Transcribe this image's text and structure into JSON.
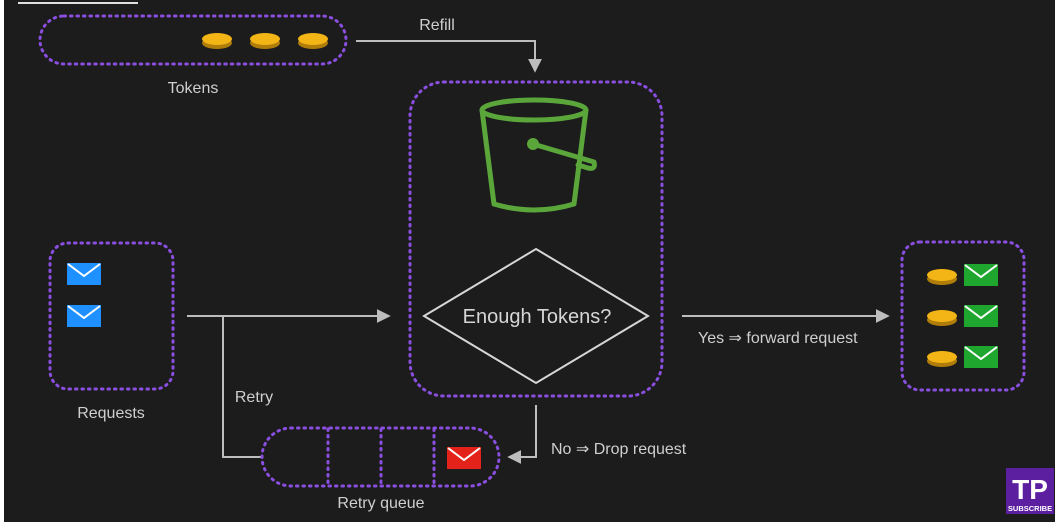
{
  "labels": {
    "refill": "Refill",
    "tokens": "Tokens",
    "requests": "Requests",
    "retry": "Retry",
    "retry_queue": "Retry queue",
    "decision": "Enough Tokens?",
    "yes": "Yes ⇒ forward request",
    "no": "No ⇒ Drop request"
  },
  "badge": {
    "logo": "TP",
    "action": "SUBSCRIBE"
  },
  "colors": {
    "background": "#1c1c1c",
    "dotted_border": "#8a4fe0",
    "arrow": "#bdbdbd",
    "token_gold": "#f2b515",
    "envelope_blue": "#1e90ff",
    "envelope_red": "#e32219",
    "envelope_green": "#1fa62e",
    "bucket_green": "#5aa63a",
    "badge_purple": "#5b1fa0"
  },
  "icons": {
    "tokens": [
      "coin-icon",
      "coin-icon",
      "coin-icon"
    ],
    "requests": [
      "envelope-icon",
      "envelope-icon"
    ],
    "bucket": "bucket-icon",
    "forwarded": [
      "coin-envelope-pair",
      "coin-envelope-pair",
      "coin-envelope-pair"
    ],
    "dropped": "envelope-icon"
  }
}
